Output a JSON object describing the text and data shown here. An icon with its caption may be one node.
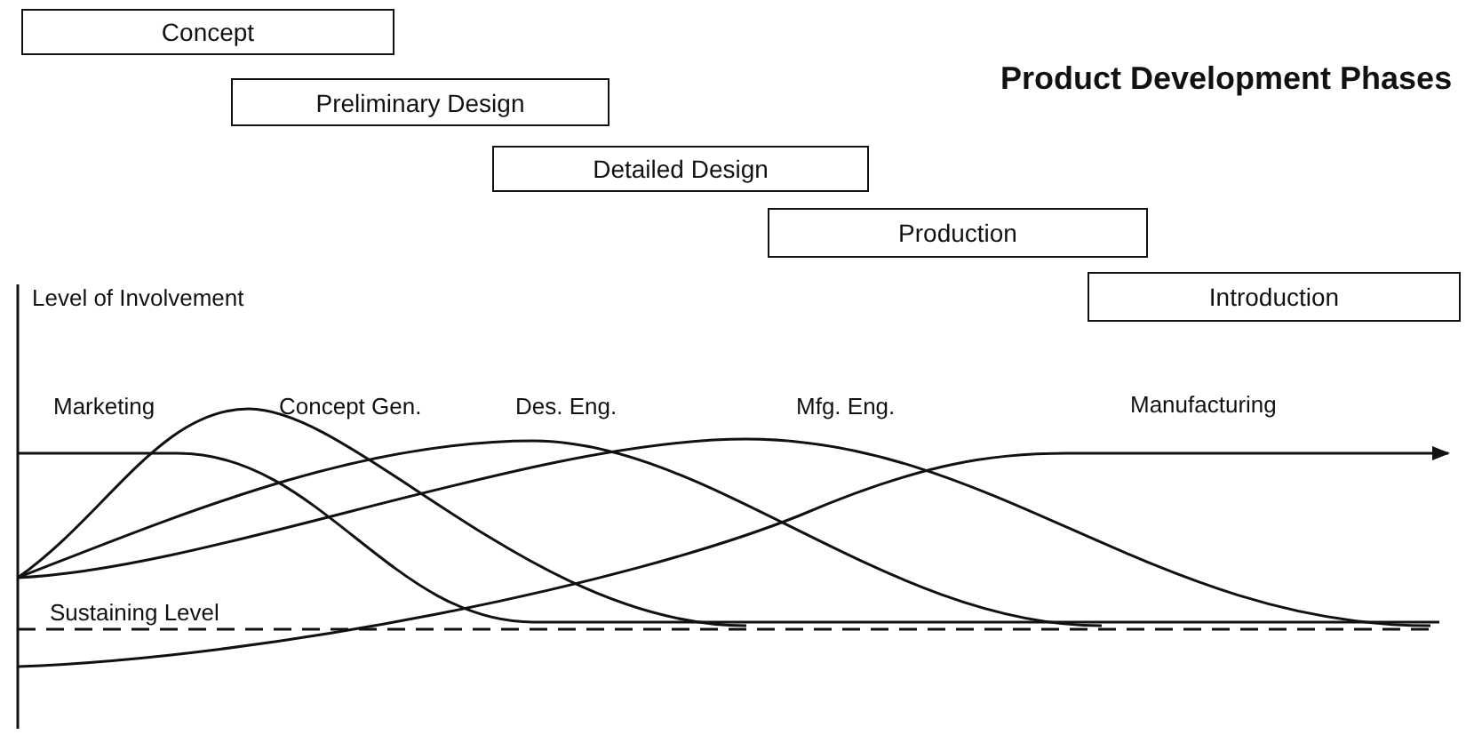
{
  "diagram": {
    "title": "Product Development Phases",
    "nodes": [
      {
        "text": [
          "Concept"
        ]
      },
      {
        "text": [
          "Preliminary Design"
        ]
      },
      {
        "text": [
          "Detailed Design"
        ]
      },
      {
        "text": [
          "Production"
        ]
      },
      {
        "text": [
          "Introduction"
        ]
      }
    ],
    "labels": [
      "Level of Involvement",
      "Marketing",
      "Concept Gen.",
      "Des. Eng.",
      "Mfg. Eng.",
      "Manufacturing",
      "Sustaining Level"
    ]
  }
}
